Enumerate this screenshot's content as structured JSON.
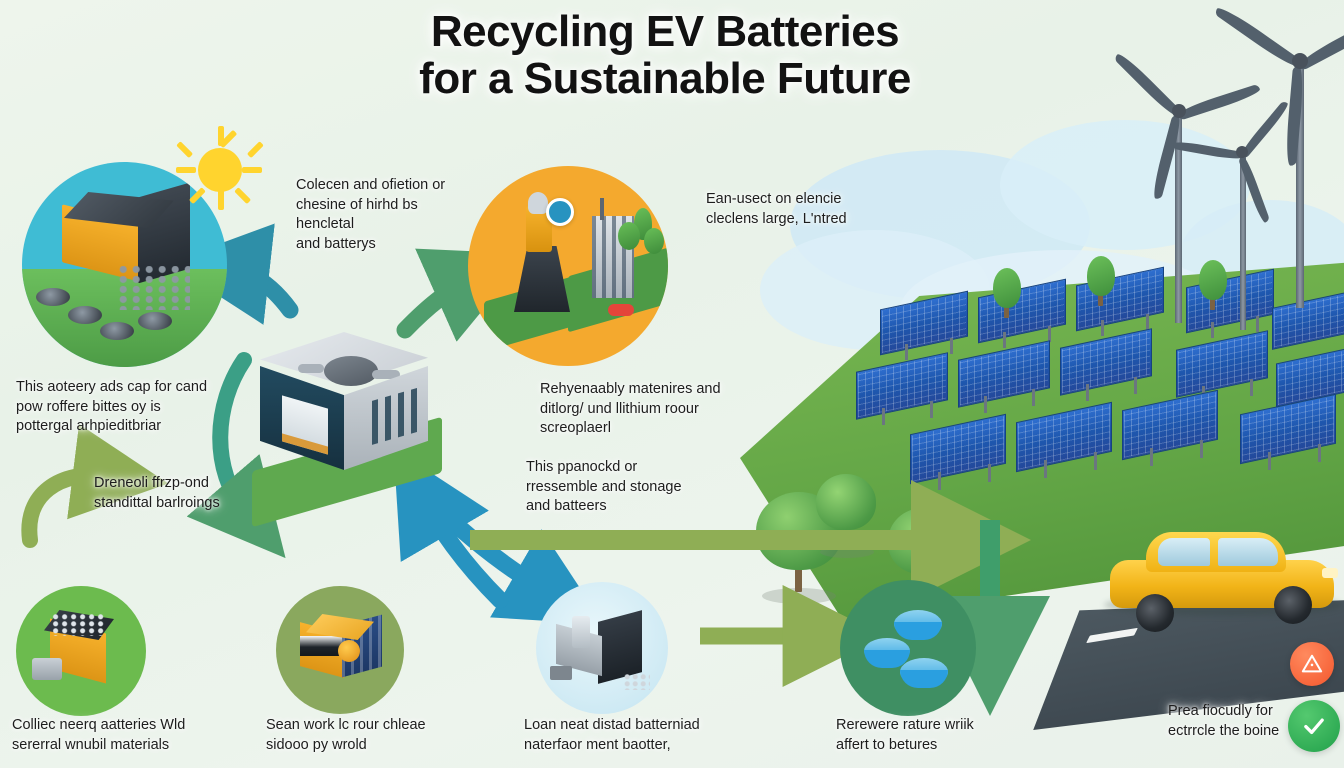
{
  "title": {
    "line1": "Recycling EV Batteries",
    "line2": "for a Sustainable Future"
  },
  "colors": {
    "background": "#eaf2ea",
    "sky_circle": "#3fbcd4",
    "ground_green": "#5fab56",
    "orange_circle": "#f4a92e",
    "node_green_light": "#6cbb4e",
    "node_green_olive": "#8aa85e",
    "node_green_dark": "#3f8f63",
    "arrow_teal": "#2e8fa8",
    "arrow_blue": "#2793c0",
    "arrow_olive": "#8fae55",
    "arrow_green": "#4f9e6d",
    "building_navy": "#1d3b4e",
    "building_gray": "#c9ced3",
    "solar_panel_blue": "#2a5fb5",
    "car_yellow": "#f2b418",
    "turbine_gray": "#5b6672",
    "badge_warning": "#f4572d",
    "badge_ok": "#21a04a",
    "title_text": "#121212",
    "caption_text": "#1d1d1d"
  },
  "captions": [
    {
      "id": "collection-caption",
      "text": "Colecen and ofietion or\nchesine of hirhd bs hencletal\nand batterys"
    },
    {
      "id": "end-use-caption",
      "text": "Ean-usect on elencie\ncleclens large, L'ntred"
    },
    {
      "id": "battery-capacity-caption",
      "text": "This aoteery ads cap for cand\npow roffere bittes oy is\npottergal arhpieditbriar"
    },
    {
      "id": "recovery-materials-caption",
      "text": "Rehyenaably matenires and\nditlorg/ und llithium roour\nscreoplaerl"
    },
    {
      "id": "reassembly-caption",
      "text": "This ppanockd or\nrressemble and stonage\nand batteers"
    },
    {
      "id": "second-life-caption",
      "text": "Dreneoli ffrzp-ond\nstandittal barlroings"
    },
    {
      "id": "collect-materials-caption",
      "text": "Colliec neerq aatteries Wld\nsererral wnubil materials"
    },
    {
      "id": "sorting-caption",
      "text": "Sean work lc rour chleae\nsidooo py wrold"
    },
    {
      "id": "dismantle-caption",
      "text": "Loan neat distad batterniad\nnaterfaor ment baotter,"
    },
    {
      "id": "recovered-materials-caption",
      "text": "Rerewere rature wriik\naffert to betures"
    },
    {
      "id": "ev-charging-caption",
      "text": "Prea fiocudly for\nectrrcle the boine"
    }
  ],
  "nodes": [
    {
      "id": "battery-pack-node",
      "label": "battery pack with recycled discs on green field under sun"
    },
    {
      "id": "industrial-facility-node",
      "label": "refinery and buildings on orange background"
    },
    {
      "id": "recycling-plant-node",
      "label": "central isometric recycling facility building"
    },
    {
      "id": "shredder-node",
      "label": "orange shredding machine with scrap output"
    },
    {
      "id": "sorting-machine-node",
      "label": "orange and blue sorting machine unit"
    },
    {
      "id": "dismantling-node",
      "label": "battery dismantling equipment"
    },
    {
      "id": "recovered-drums-node",
      "label": "three blue recovered material drums"
    }
  ],
  "icons": {
    "sun": "sun-icon",
    "warning_badge": "warning-triangle-icon",
    "ok_badge": "check-circle-icon",
    "recycle_marker": "recycle-marker-icon"
  },
  "scene": {
    "solar_farm_label": "solar-panel-array",
    "wind_turbines_count": 3,
    "trees_count": 7,
    "electric_car_label": "yellow-electric-car"
  }
}
